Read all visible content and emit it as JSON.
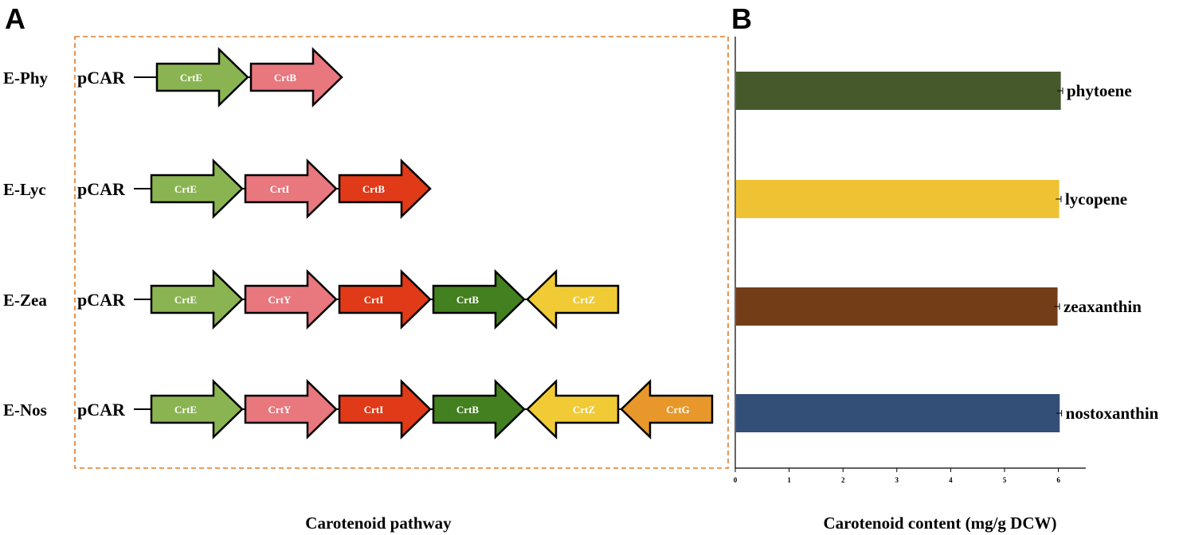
{
  "panel_a": {
    "letter": "A",
    "caption": "Carotenoid pathway",
    "constructs": [
      {
        "strain": "E-Phy",
        "promoter": "pCAR",
        "genes": [
          {
            "name": "CrtE",
            "color": "#8ab451",
            "direction": "forward"
          },
          {
            "name": "CrtB",
            "color": "#e8777e",
            "direction": "forward"
          }
        ]
      },
      {
        "strain": "E-Lyc",
        "promoter": "pCAR",
        "genes": [
          {
            "name": "CrtE",
            "color": "#8ab451",
            "direction": "forward"
          },
          {
            "name": "CrtI",
            "color": "#e8777e",
            "direction": "forward"
          },
          {
            "name": "CrtB",
            "color": "#e03a18",
            "direction": "forward"
          }
        ]
      },
      {
        "strain": "E-Zea",
        "promoter": "pCAR",
        "genes": [
          {
            "name": "CrtE",
            "color": "#8ab451",
            "direction": "forward"
          },
          {
            "name": "CrtY",
            "color": "#e8777e",
            "direction": "forward"
          },
          {
            "name": "CrtI",
            "color": "#e03a18",
            "direction": "forward"
          },
          {
            "name": "CrtB",
            "color": "#43801f",
            "direction": "forward"
          },
          {
            "name": "CrtZ",
            "color": "#f0cb35",
            "direction": "reverse"
          }
        ]
      },
      {
        "strain": "E-Nos",
        "promoter": "pCAR",
        "genes": [
          {
            "name": "CrtE",
            "color": "#8ab451",
            "direction": "forward"
          },
          {
            "name": "CrtY",
            "color": "#e8777e",
            "direction": "forward"
          },
          {
            "name": "CrtI",
            "color": "#e03a18",
            "direction": "forward"
          },
          {
            "name": "CrtB",
            "color": "#43801f",
            "direction": "forward"
          },
          {
            "name": "CrtZ",
            "color": "#f0cb35",
            "direction": "reverse"
          },
          {
            "name": "CrtG",
            "color": "#e8982a",
            "direction": "reverse"
          }
        ]
      }
    ],
    "box_color": "#e07b2a"
  },
  "panel_b": {
    "letter": "B",
    "caption": "Carotenoid content (mg/g DCW)"
  },
  "chart_data": {
    "type": "bar",
    "orientation": "horizontal",
    "categories": [
      "phytoene",
      "lycopene",
      "zeaxanthin",
      "nostoxanthin"
    ],
    "values": [
      6.03,
      6.0,
      5.97,
      6.01
    ],
    "error": [
      0.05,
      0.05,
      0.05,
      0.05
    ],
    "colors": [
      "#45592b",
      "#eec232",
      "#733d18",
      "#344f77"
    ],
    "xlabel": "Carotenoid content (mg/g DCW)",
    "xlim": [
      0,
      6.5
    ],
    "xticks": [
      0,
      1,
      2,
      3,
      4,
      5,
      6
    ],
    "grid": false
  }
}
